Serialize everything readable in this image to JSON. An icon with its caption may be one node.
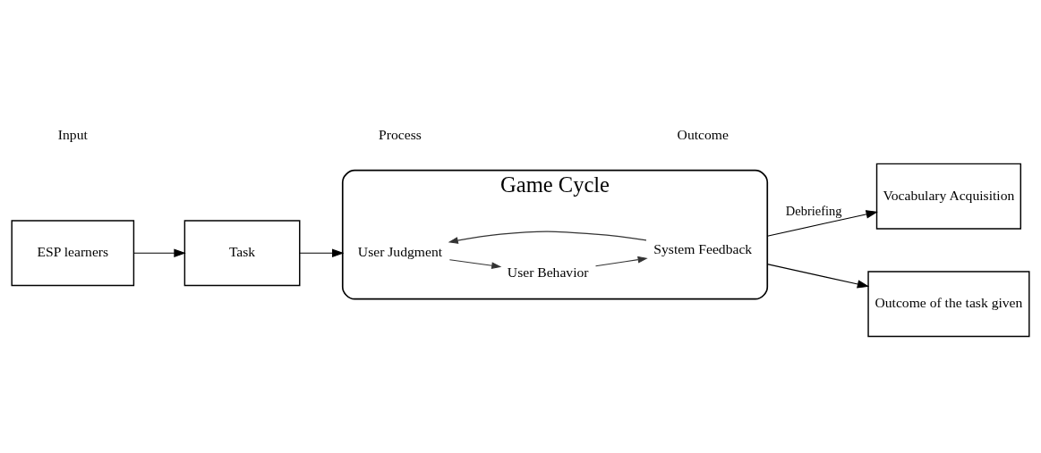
{
  "diagram": {
    "nodes": [
      {
        "text": [
          "ESP learners"
        ]
      },
      {
        "text": [
          "Task"
        ]
      },
      {
        "text": [
          "Game Cycle"
        ]
      },
      {
        "text": [
          "User Judgment"
        ],
        "in": 2
      },
      {
        "text": [
          "User Behavior"
        ],
        "in": 2
      },
      {
        "text": [
          "System Feedback"
        ],
        "in": 2
      },
      {
        "text": [
          "Vocabulary Acquisition"
        ]
      },
      {
        "text": [
          "Outcome of the task given"
        ]
      }
    ],
    "edges": [
      {
        "from": 0,
        "to": 1,
        "arrow": "to"
      },
      {
        "from": 1,
        "to": 2,
        "arrow": "to"
      },
      {
        "from": 5,
        "to": 3,
        "arrow": "to"
      },
      {
        "from": 3,
        "to": 4,
        "arrow": "to"
      },
      {
        "from": 4,
        "to": 5,
        "arrow": "to"
      },
      {
        "from": 2,
        "to": 6,
        "arrow": "to",
        "label": "Debriefing"
      },
      {
        "from": 2,
        "to": 7,
        "arrow": "to"
      }
    ],
    "labels": [
      "Input",
      "Process",
      "Outcome"
    ]
  }
}
